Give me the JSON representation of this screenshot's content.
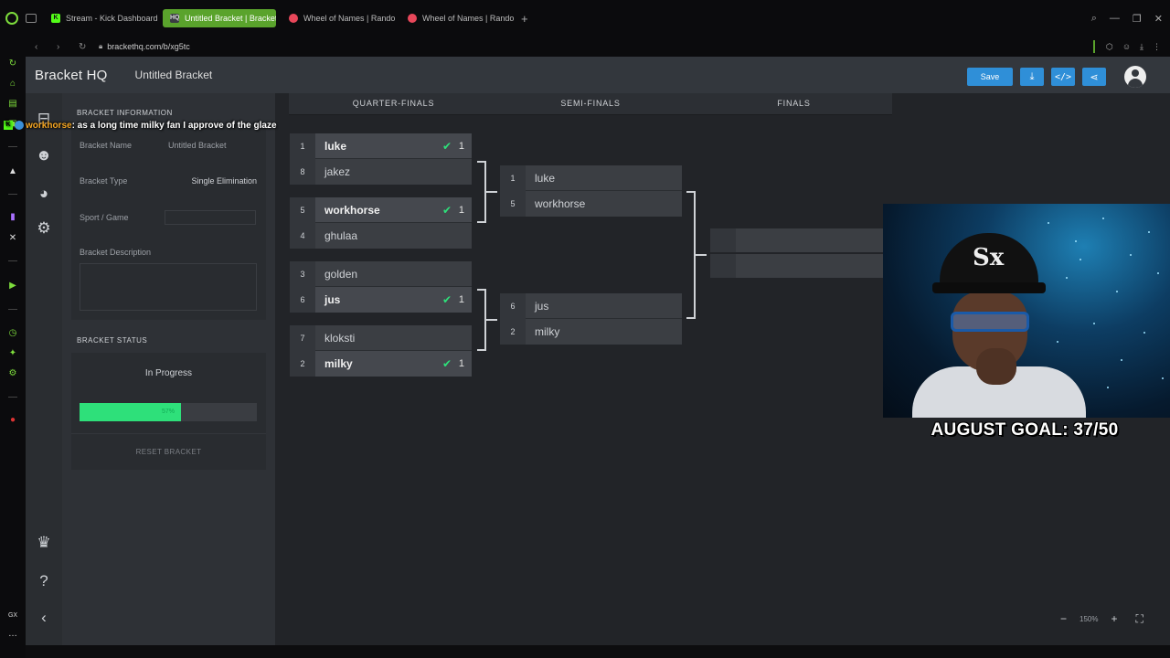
{
  "browser": {
    "tabs": [
      {
        "label": "Stream - Kick Dashboard",
        "fav": "K",
        "fav_color": "#53fc18",
        "active": false
      },
      {
        "label": "Untitled Bracket | Bracket",
        "fav": "HQ",
        "fav_color": "#3a3d42",
        "active": true
      },
      {
        "label": "Wheel of Names | Rando",
        "fav": "",
        "fav_color": "#e8475a",
        "active": false
      },
      {
        "label": "Wheel of Names | Rando",
        "fav": "",
        "fav_color": "#e8475a",
        "active": false
      }
    ],
    "new_tab": "+",
    "url": "brackethq.com/b/xg5tc"
  },
  "header": {
    "logo": "Bracket HQ",
    "bracket_title": "Untitled Bracket",
    "save_label": "Save"
  },
  "info": {
    "section_title": "BRACKET INFORMATION",
    "name_label": "Bracket Name",
    "name_value": "Untitled Bracket",
    "type_label": "Bracket Type",
    "type_value": "Single Elimination",
    "sport_label": "Sport / Game",
    "sport_value": "",
    "desc_label": "Bracket Description",
    "desc_value": ""
  },
  "status": {
    "section_title": "BRACKET STATUS",
    "state": "In Progress",
    "progress": 57,
    "progress_label": "57%",
    "reset_label": "RESET BRACKET"
  },
  "rounds": [
    "QUARTER-FINALS",
    "SEMI-FINALS",
    "FINALS"
  ],
  "quarter_finals": [
    {
      "top": {
        "seed": "1",
        "name": "luke",
        "score": "1",
        "winner": true
      },
      "bottom": {
        "seed": "8",
        "name": "jakez",
        "score": "",
        "winner": false
      }
    },
    {
      "top": {
        "seed": "5",
        "name": "workhorse",
        "score": "1",
        "winner": true
      },
      "bottom": {
        "seed": "4",
        "name": "ghulaa",
        "score": "",
        "winner": false
      }
    },
    {
      "top": {
        "seed": "3",
        "name": "golden",
        "score": "",
        "winner": false
      },
      "bottom": {
        "seed": "6",
        "name": "jus",
        "score": "1",
        "winner": true
      }
    },
    {
      "top": {
        "seed": "7",
        "name": "kloksti",
        "score": "",
        "winner": false
      },
      "bottom": {
        "seed": "2",
        "name": "milky",
        "score": "1",
        "winner": true
      }
    }
  ],
  "semi_finals": [
    {
      "top": {
        "seed": "1",
        "name": "luke"
      },
      "bottom": {
        "seed": "5",
        "name": "workhorse"
      }
    },
    {
      "top": {
        "seed": "6",
        "name": "jus"
      },
      "bottom": {
        "seed": "2",
        "name": "milky"
      }
    }
  ],
  "zoom": {
    "minus": "−",
    "level": "150%",
    "plus": "+"
  },
  "chat": {
    "user": "workhorse",
    "message": ": as a long time milky fan I approve of the glaze"
  },
  "overlay": {
    "goal": "AUGUST GOAL: 37/50",
    "hat_logo": "Sx"
  },
  "colors": {
    "accent_green": "#2ee07a",
    "button_blue": "#2f8fd8",
    "active_tab": "#5aa32c"
  }
}
